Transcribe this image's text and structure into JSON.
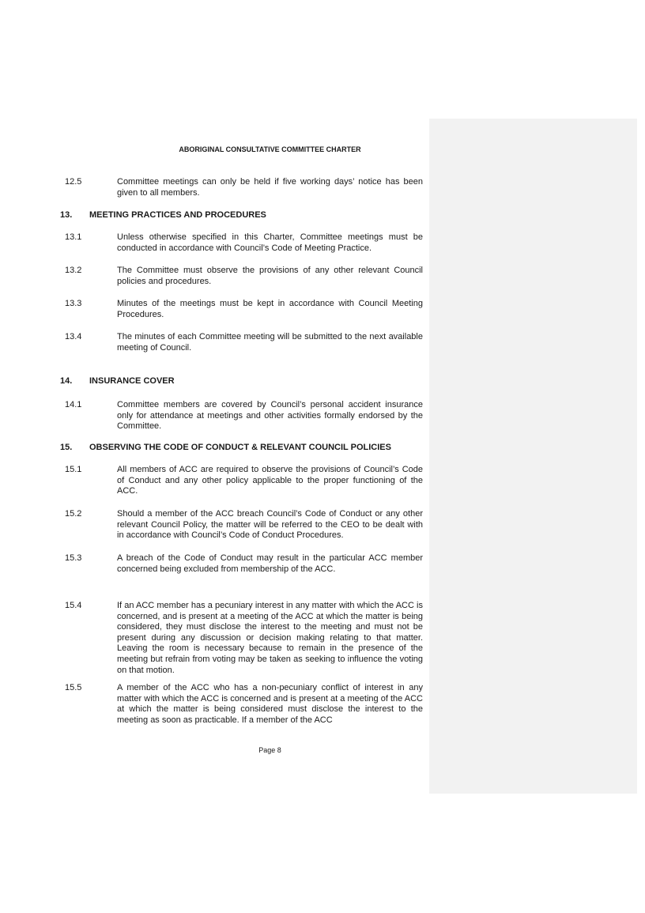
{
  "header": "ABORIGINAL CONSULTATIVE COMMITTEE CHARTER",
  "blocks": [
    {
      "num": "12.5",
      "text": "Committee meetings can only be held if five working days’ notice has been given to all members."
    },
    {
      "num": "13.",
      "heading": "MEETING PRACTICES AND PROCEDURES"
    },
    {
      "num": "13.1",
      "text": "Unless otherwise specified in this Charter, Committee meetings must be conducted in accordance with Council’s Code of Meeting Practice."
    },
    {
      "num": "13.2",
      "text": "The Committee must observe the provisions of any other relevant Council policies and procedures."
    },
    {
      "num": "13.3",
      "text": "Minutes of the meetings must be kept in accordance with Council Meeting Procedures."
    },
    {
      "num": "13.4",
      "text": "The minutes of each Committee meeting will be submitted to the next available meeting of Council."
    },
    {
      "num": "14.",
      "heading": "INSURANCE COVER"
    },
    {
      "num": "14.1",
      "text": "Committee members are covered by Council’s personal accident insurance only for attendance at meetings and other activities formally endorsed by the Committee."
    },
    {
      "num": "15.",
      "heading": "OBSERVING THE CODE OF CONDUCT & RELEVANT COUNCIL POLICIES"
    },
    {
      "num": "15.1",
      "text": "All members of ACC are required to observe the provisions of Council’s Code of Conduct and any other policy applicable to the proper functioning of the ACC."
    },
    {
      "num": "15.2",
      "text": "Should a member of the ACC breach Council’s Code of Conduct or any other relevant Council Policy, the matter will be referred to the CEO to be dealt with in accordance with Council’s Code of Conduct Procedures."
    },
    {
      "num": "15.3",
      "text": "A breach of the Code of Conduct may result in the particular ACC member concerned being excluded from membership of the ACC."
    },
    {
      "num": "15.4",
      "text": "If an ACC member has a pecuniary interest in any matter with which the ACC is concerned, and is present at a meeting of the ACC at which the matter is being considered, they must disclose the interest to the meeting and must not be present during any discussion or decision making relating to that matter. Leaving the room is necessary because to remain in the presence of the meeting but refrain from voting may be taken as seeking to influence the voting on that motion."
    },
    {
      "num": "15.5",
      "text": "A member of the ACC who has a non-pecuniary conflict of interest in any matter with which the ACC is concerned and is present at a meeting of the ACC at which the matter is being considered must disclose the interest to the meeting as soon as practicable. If a member of the ACC"
    }
  ],
  "footer": "Page 8"
}
